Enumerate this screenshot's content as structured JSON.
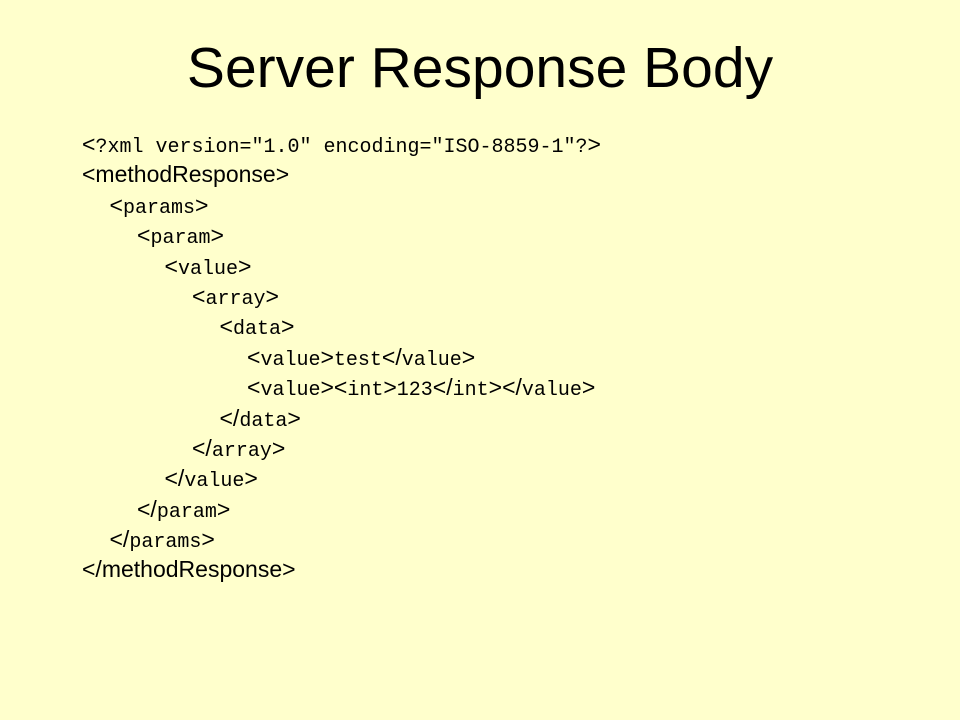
{
  "slide": {
    "title": "Server Response Body",
    "background": "#ffffcc",
    "text_color": "#000000"
  },
  "code_lines": [
    {
      "indent": 0,
      "segments": [
        {
          "f": "sans",
          "t": "<"
        },
        {
          "f": "mono",
          "t": "?xml version=\"1.0\" encoding=\"ISO-8859-1\"?"
        },
        {
          "f": "sans",
          "t": ">"
        }
      ]
    },
    {
      "indent": 0,
      "segments": [
        {
          "f": "sans",
          "t": "<methodResponse>"
        }
      ]
    },
    {
      "indent": 1,
      "segments": [
        {
          "f": "sans",
          "t": "<"
        },
        {
          "f": "mono",
          "t": "params"
        },
        {
          "f": "sans",
          "t": ">"
        }
      ]
    },
    {
      "indent": 2,
      "segments": [
        {
          "f": "sans",
          "t": "<"
        },
        {
          "f": "mono",
          "t": "param"
        },
        {
          "f": "sans",
          "t": ">"
        }
      ]
    },
    {
      "indent": 3,
      "segments": [
        {
          "f": "sans",
          "t": "<"
        },
        {
          "f": "mono",
          "t": "value"
        },
        {
          "f": "sans",
          "t": ">"
        }
      ]
    },
    {
      "indent": 4,
      "segments": [
        {
          "f": "sans",
          "t": "<"
        },
        {
          "f": "mono",
          "t": "array"
        },
        {
          "f": "sans",
          "t": ">"
        }
      ]
    },
    {
      "indent": 5,
      "segments": [
        {
          "f": "sans",
          "t": "<"
        },
        {
          "f": "mono",
          "t": "data"
        },
        {
          "f": "sans",
          "t": ">"
        }
      ]
    },
    {
      "indent": 6,
      "segments": [
        {
          "f": "sans",
          "t": "<"
        },
        {
          "f": "mono",
          "t": "value"
        },
        {
          "f": "sans",
          "t": ">"
        },
        {
          "f": "mono",
          "t": "test"
        },
        {
          "f": "sans",
          "t": "</"
        },
        {
          "f": "mono",
          "t": "value"
        },
        {
          "f": "sans",
          "t": ">"
        }
      ]
    },
    {
      "indent": 6,
      "segments": [
        {
          "f": "sans",
          "t": "<"
        },
        {
          "f": "mono",
          "t": "value"
        },
        {
          "f": "sans",
          "t": "><"
        },
        {
          "f": "mono",
          "t": "int"
        },
        {
          "f": "sans",
          "t": ">"
        },
        {
          "f": "mono",
          "t": "123"
        },
        {
          "f": "sans",
          "t": "</"
        },
        {
          "f": "mono",
          "t": "int"
        },
        {
          "f": "sans",
          "t": "></"
        },
        {
          "f": "mono",
          "t": "value"
        },
        {
          "f": "sans",
          "t": ">"
        }
      ]
    },
    {
      "indent": 5,
      "segments": [
        {
          "f": "sans",
          "t": "</"
        },
        {
          "f": "mono",
          "t": "data"
        },
        {
          "f": "sans",
          "t": ">"
        }
      ]
    },
    {
      "indent": 4,
      "segments": [
        {
          "f": "sans",
          "t": "</"
        },
        {
          "f": "mono",
          "t": "array"
        },
        {
          "f": "sans",
          "t": ">"
        }
      ]
    },
    {
      "indent": 3,
      "segments": [
        {
          "f": "sans",
          "t": "</"
        },
        {
          "f": "mono",
          "t": "value"
        },
        {
          "f": "sans",
          "t": ">"
        }
      ]
    },
    {
      "indent": 2,
      "segments": [
        {
          "f": "sans",
          "t": "</"
        },
        {
          "f": "mono",
          "t": "param"
        },
        {
          "f": "sans",
          "t": ">"
        }
      ]
    },
    {
      "indent": 1,
      "segments": [
        {
          "f": "sans",
          "t": "</"
        },
        {
          "f": "mono",
          "t": "params"
        },
        {
          "f": "sans",
          "t": ">"
        }
      ]
    },
    {
      "indent": 0,
      "segments": [
        {
          "f": "sans",
          "t": "</methodResponse>"
        }
      ]
    }
  ]
}
